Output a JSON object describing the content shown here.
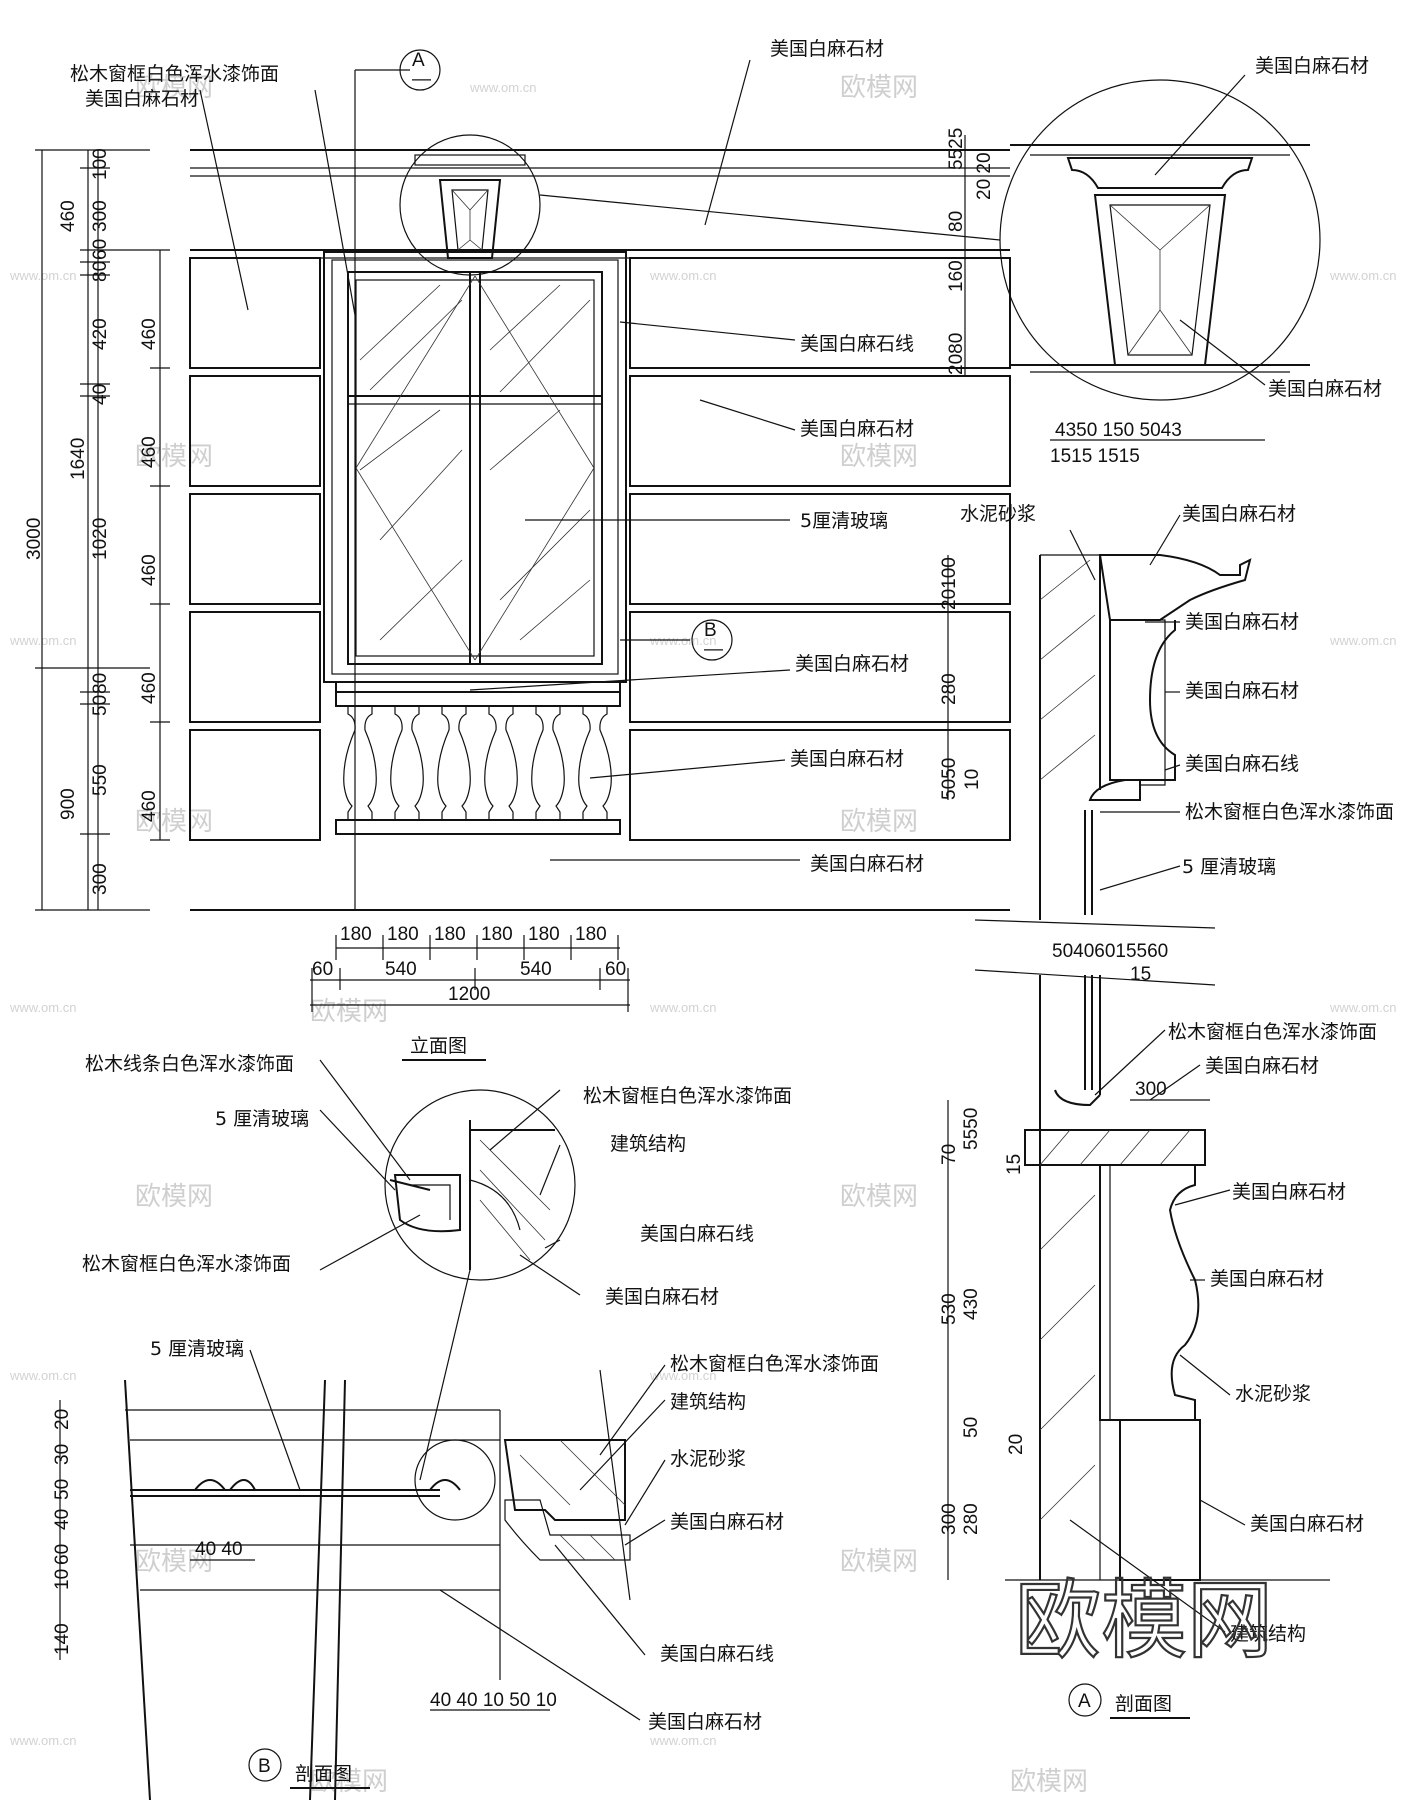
{
  "labels": {
    "pine_frame": "松木窗框白色浑水漆饰面",
    "white_stone": "美国白麻石材",
    "white_stone_line": "美国白麻石线",
    "glass5": "5厘清玻璃",
    "glass5_spaced": "5 厘清玻璃",
    "mortar": "水泥砂浆",
    "structure": "建筑结构",
    "pine_strip": "松木线条白色浑水漆饰面"
  },
  "titles": {
    "elevation": "立面图",
    "section": "剖面图"
  },
  "markers": {
    "a": "A",
    "b": "B",
    "dash": "—"
  },
  "watermark": {
    "brand": "欧模网",
    "site": "www.om.cn"
  },
  "dims": {
    "left_total": "3000",
    "left_upper": "1640",
    "left_lower": "900",
    "left_top": [
      "100",
      "300",
      "60",
      "80",
      "420",
      "40",
      "1020",
      "80",
      "50",
      "550",
      "300"
    ],
    "left_top_460": "460",
    "panel_460": "460",
    "bottom_row1": [
      "180",
      "180",
      "180",
      "180",
      "180",
      "180"
    ],
    "bottom_row2": [
      "60",
      "540",
      "540",
      "60"
    ],
    "bottom_total": "1200",
    "detail_vert": [
      "5525",
      "20 20",
      "80",
      "160",
      "2080"
    ],
    "detail_h1": "4350  150  5043",
    "detail_h2": "1515              1515",
    "secA_top": [
      "20100",
      "280",
      "5050",
      "10"
    ],
    "secA_mid": "50406015560",
    "secA_mid2": "15",
    "secA_low": [
      "70",
      "5550",
      "15",
      "530",
      "430",
      "50",
      "20",
      "300",
      "280"
    ],
    "secA_300": "300",
    "secB_vert": [
      "20",
      "30",
      "50",
      "40",
      "60",
      "10",
      "140"
    ],
    "secB_40": "40  40",
    "secB_bottom": "40 40 10 50 10"
  }
}
